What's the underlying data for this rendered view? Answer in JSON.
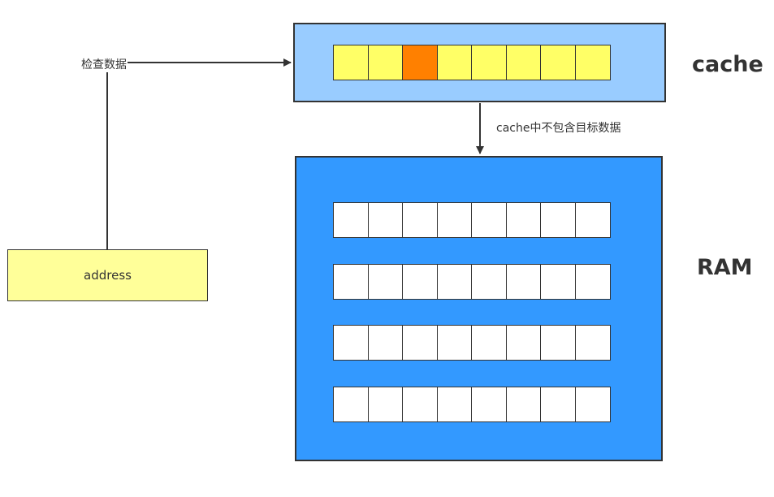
{
  "nodes": {
    "address": {
      "label": "address"
    },
    "cache": {
      "label": "cache",
      "cells": [
        {
          "state": "normal",
          "color": "#ffff66"
        },
        {
          "state": "normal",
          "color": "#ffff66"
        },
        {
          "state": "highlighted",
          "color": "#ff8000"
        },
        {
          "state": "normal",
          "color": "#ffff66"
        },
        {
          "state": "normal",
          "color": "#ffff66"
        },
        {
          "state": "normal",
          "color": "#ffff66"
        },
        {
          "state": "normal",
          "color": "#ffff66"
        },
        {
          "state": "normal",
          "color": "#ffff66"
        }
      ]
    },
    "ram": {
      "label": "RAM",
      "rows": 4,
      "cells_per_row": 8,
      "cell_color": "#ffffff"
    }
  },
  "edges": {
    "address_to_cache": {
      "label": "检查数据"
    },
    "cache_to_ram": {
      "label": "cache中不包含目标数据"
    }
  },
  "colors": {
    "address_fill": "#ffff99",
    "cache_fill": "#99ccff",
    "ram_fill": "#3399ff",
    "stroke": "#333333"
  }
}
